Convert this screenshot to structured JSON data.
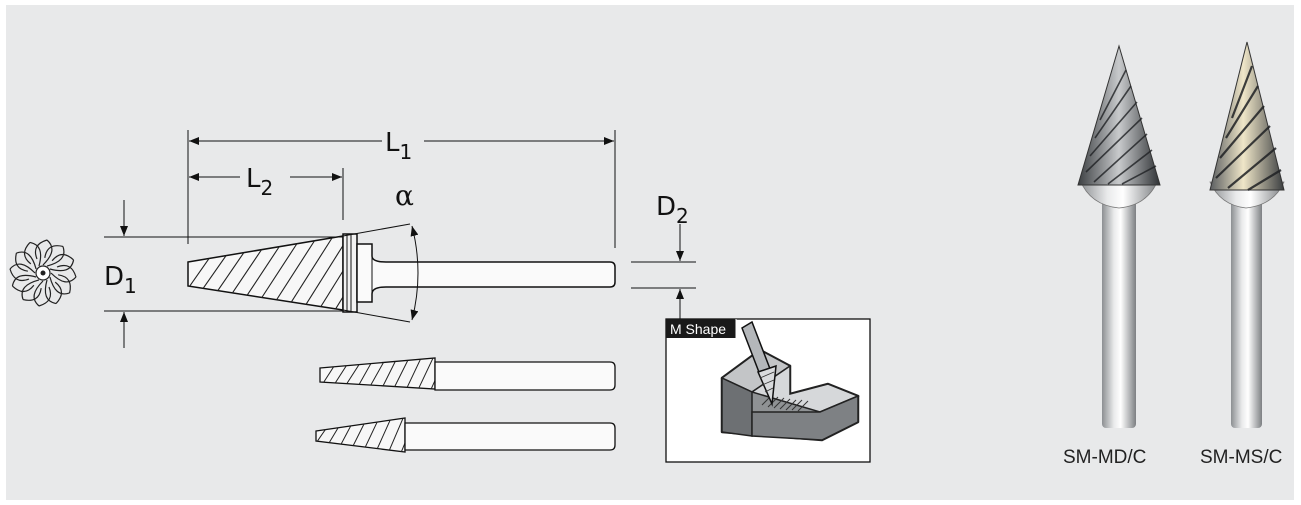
{
  "dimensions": {
    "L1": {
      "main": "L",
      "sub": "1"
    },
    "L2": {
      "main": "L",
      "sub": "2"
    },
    "D1": {
      "main": "D",
      "sub": "1"
    },
    "D2": {
      "main": "D",
      "sub": "2"
    },
    "angle": "α"
  },
  "inset": {
    "label": "M Shape"
  },
  "products": [
    {
      "code": "SM-MD/C"
    },
    {
      "code": "SM-MS/C"
    }
  ],
  "colors": {
    "background": "#e8e9ea",
    "line": "#111111",
    "inset_label_bg": "#1a1a1a"
  }
}
